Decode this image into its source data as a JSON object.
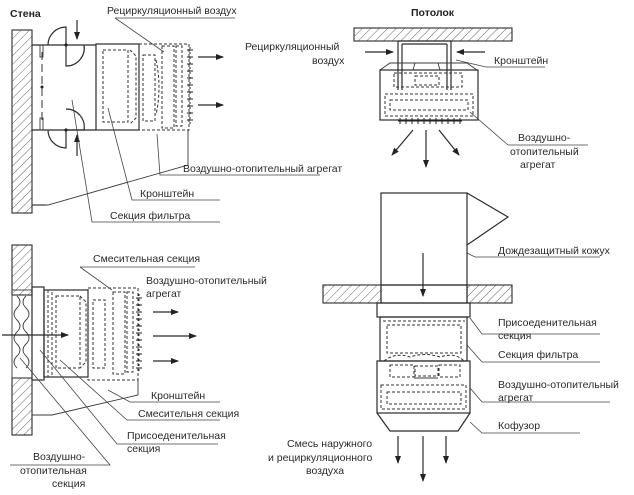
{
  "titles": {
    "wall": "Стена",
    "ceiling": "Потолок"
  },
  "wall_unit": {
    "recirc_air_top": "Рециркуляционный воздух",
    "recirc_air_right_1": "Рециркуляционный",
    "recirc_air_right_2": "воздух",
    "heater_unit": "Воздушно-отопительный агрегат",
    "bracket": "Кронштейн",
    "filter_section": "Секция фильтра"
  },
  "ceiling_unit": {
    "bracket": "Кронштейн",
    "heater_1": "Воздушно-",
    "heater_2": "отопительный",
    "heater_3": "агрегат"
  },
  "wall_mixing_unit": {
    "mixing_section": "Смесительная секция",
    "heater_1": "Воздушно-отопительный",
    "heater_2": "агрегат",
    "bracket": "Кронштейн",
    "mixing_section_2": "Смесительня секция",
    "connecting_1": "Присоеденительная",
    "connecting_2": "секция",
    "heating_section_1": "Воздушно-",
    "heating_section_2": "отопительная",
    "heating_section_3": "секция"
  },
  "roof_unit": {
    "rain_hood": "Дождезащитный кожух",
    "connecting_1": "Присоеденительная",
    "connecting_2": "секция",
    "filter_section": "Секция фильтра",
    "heater_1": "Воздушно-отопительный",
    "heater_2": "агрегат",
    "confusor": "Кофузор",
    "mix_1": "Смесь наружного",
    "mix_2": "и рециркуляционного",
    "mix_3": "воздуха"
  }
}
